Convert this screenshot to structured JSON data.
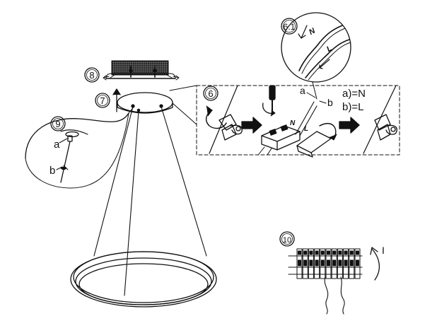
{
  "steps": {
    "s6_1": "6.1",
    "s6": "6",
    "s7": "7",
    "s8": "8",
    "s9": "9",
    "s10": "10"
  },
  "wire_letters": {
    "n_wire": "N",
    "l_wire": "L",
    "n_terminal": "N",
    "l_terminal": "L"
  },
  "callouts": {
    "a": "a",
    "b": "b",
    "a_pendant": "a",
    "b_pendant": "b",
    "legend_a": "a)=N",
    "legend_b": "b)=L",
    "switch_on": "I"
  }
}
